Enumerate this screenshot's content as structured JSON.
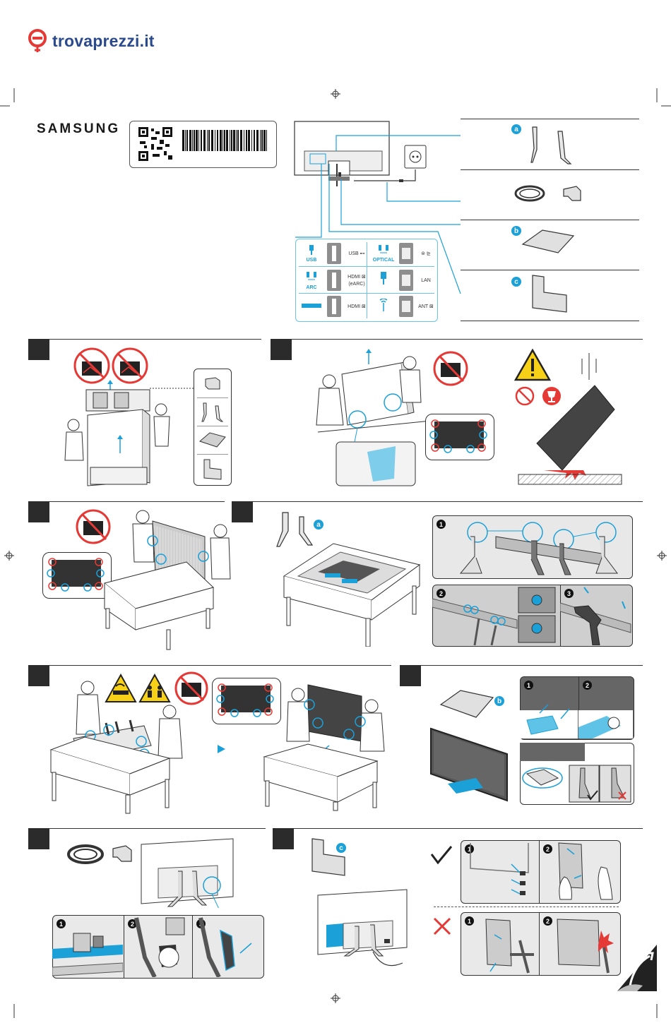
{
  "brand": {
    "name_main": "trovaprezzi",
    "name_suffix": ".it",
    "accent": "#e53935",
    "blue": "#2a4a8c"
  },
  "maker": {
    "logo": "SAMSUNG"
  },
  "icons": {
    "registration": "registration-mark-icon",
    "warning": "warning-triangle-icon",
    "no_liquid": "no-liquid-icon",
    "fragile": "fragile-glass-icon",
    "check": "check-icon",
    "cross": "cross-icon"
  },
  "parts": [
    {
      "badge": "a",
      "name": "stand-legs"
    },
    {
      "badge": "",
      "name": "cable-holder"
    },
    {
      "badge": "b",
      "name": "stand-cover"
    },
    {
      "badge": "c",
      "name": "back-cover"
    }
  ],
  "ports": {
    "usb": "USB",
    "usb_power": "USB ⊷",
    "optical": "OPTICAL",
    "arc": "ARC",
    "hdmi_earc": "HDMI ⊠",
    "earc": "(eARC)",
    "lan": "LAN",
    "hdmi": "HDMI ⊠",
    "ant": "ANT ⊠"
  },
  "step_badges": {
    "stand": "a",
    "cover": "b",
    "back": "c"
  },
  "sub_numbers": [
    "1",
    "2",
    "3"
  ],
  "colors": {
    "accent_blue": "#1ba0d8",
    "warn_red": "#e53935",
    "warn_yellow": "#f7d117",
    "dark": "#2b2b2b"
  }
}
